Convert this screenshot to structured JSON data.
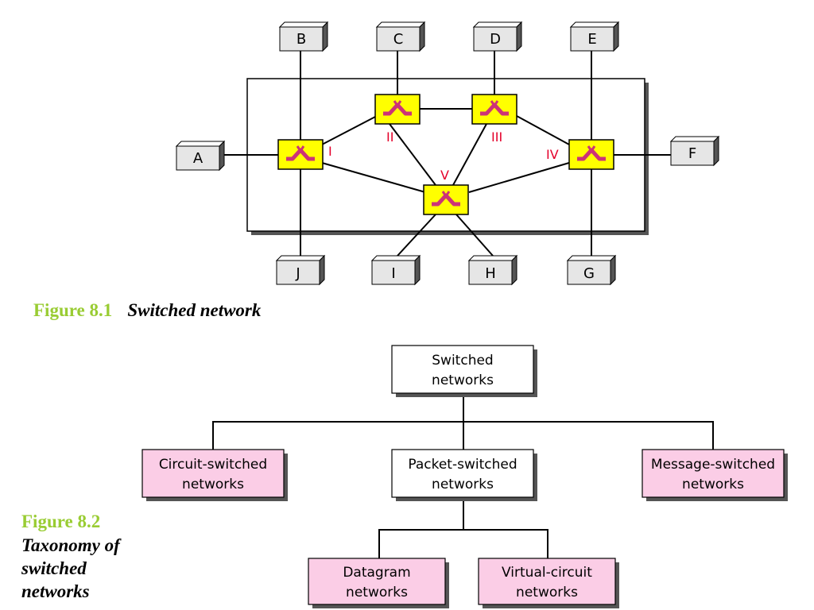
{
  "figure1": {
    "number": "Figure 8.1",
    "title": "Switched network",
    "end_systems": [
      "A",
      "B",
      "C",
      "D",
      "E",
      "F",
      "G",
      "H",
      "I",
      "J"
    ],
    "switches": [
      "I",
      "II",
      "III",
      "IV",
      "V"
    ]
  },
  "figure2": {
    "number": "Figure 8.2",
    "title_lines": [
      "Taxonomy of",
      "switched",
      "networks"
    ],
    "root": {
      "line1": "Switched",
      "line2": "networks"
    },
    "level1": [
      {
        "line1": "Circuit-switched",
        "line2": "networks"
      },
      {
        "line1": "Packet-switched",
        "line2": "networks"
      },
      {
        "line1": "Message-switched",
        "line2": "networks"
      }
    ],
    "level2": [
      {
        "line1": "Datagram",
        "line2": "networks"
      },
      {
        "line1": "Virtual-circuit",
        "line2": "networks"
      }
    ]
  },
  "colors": {
    "switch_fill": "#ffff00",
    "switch_symbol": "#cc3377",
    "switch_label": "#e4002b",
    "caption_number": "#99cc33",
    "box_gray": "#e6e6e6",
    "box_pink": "#fbcde6"
  }
}
